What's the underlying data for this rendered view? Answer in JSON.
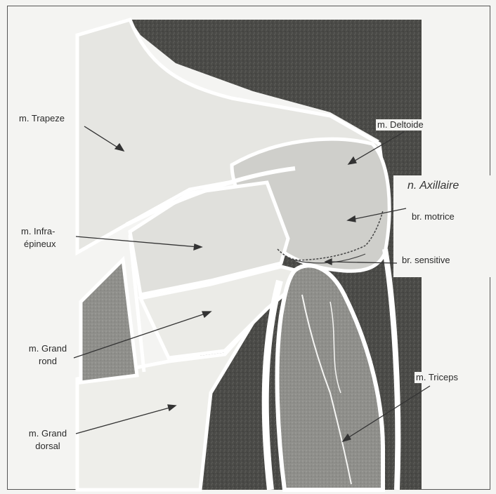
{
  "labels": {
    "trapeze": "m. Trapeze",
    "deltoide": "m. Deltoide",
    "axillaire": "n. Axillaire",
    "motrice": "br. motrice",
    "sensitive": "br. sensitive",
    "infra_1": "m. Infra-",
    "infra_2": "épineux",
    "grand_rond_1": "m. Grand",
    "grand_rond_2": "rond",
    "triceps": "m. Triceps",
    "grand_dorsal_1": "m. Grand",
    "grand_dorsal_2": "dorsal"
  },
  "colors": {
    "background": "#f4f4f2",
    "dark_region": "#4a4a47",
    "muscle_light": "#e4e4e0",
    "muscle_medium": "#cfcfcb",
    "muscle_gray": "#9a9a96",
    "outline_white": "#ffffff",
    "text": "#2a2a2a"
  }
}
